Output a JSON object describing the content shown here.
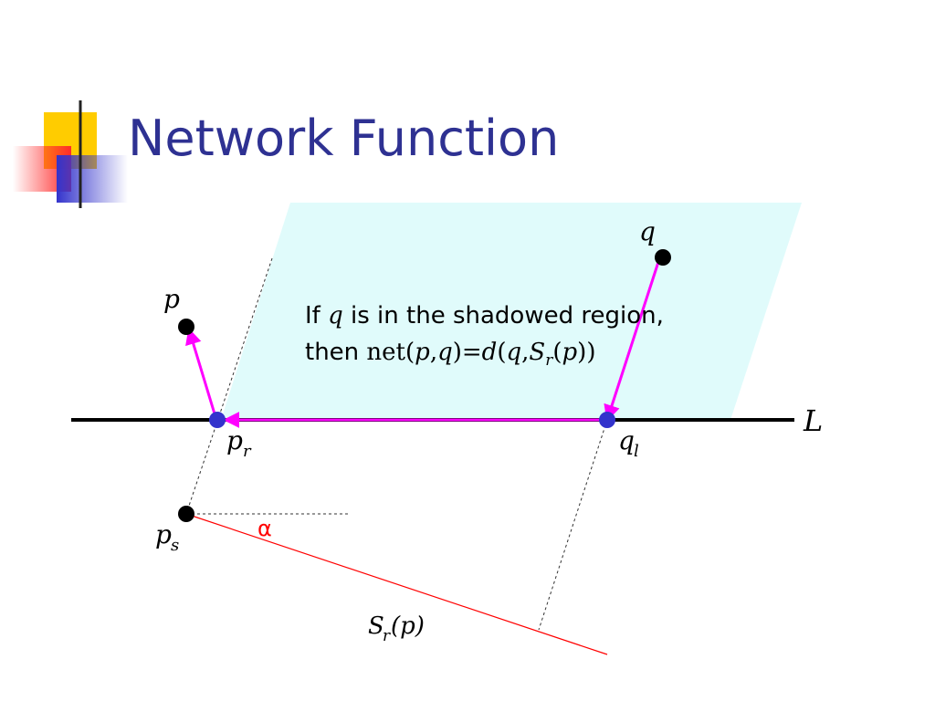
{
  "slide": {
    "title": "Network Function"
  },
  "caption": {
    "line1_prefix": "If",
    "line1_var": "q",
    "line1_suffix": "is in the shadowed region,",
    "line2_prefix": "then",
    "formula_net": "net(",
    "formula_p": "p",
    "formula_comma": ",",
    "formula_q": "q",
    "formula_eq": ")=",
    "formula_d": "d",
    "formula_open": "(",
    "formula_q2": "q",
    "formula_comma2": ",",
    "formula_S": "S",
    "formula_r": "r",
    "formula_open2": "(",
    "formula_p2": "p",
    "formula_close": "))"
  },
  "labels": {
    "q": "q",
    "p": "p",
    "L": "L",
    "pr_main": "p",
    "pr_sub": "r",
    "ql_main": "q",
    "ql_sub": "l",
    "ps_main": "p",
    "ps_sub": "s",
    "alpha": "α",
    "srp_S": "S",
    "srp_sub": "r",
    "srp_rest": "(p)"
  },
  "colors": {
    "title": "#2e3192",
    "region_fill": "#e0fbfb",
    "arrow": "#ff00ff",
    "projection_point": "#3333cc",
    "red_line": "#ff0000",
    "deco_yellow": "#ffcc00",
    "deco_red": "#ff3333",
    "deco_blue": "#3333cc"
  }
}
